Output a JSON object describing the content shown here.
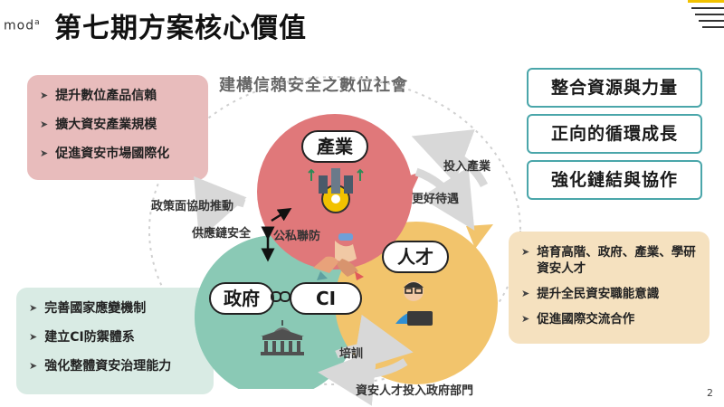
{
  "header": {
    "logo": "mod",
    "logo_sup": "a",
    "title": "第七期方案核心價值",
    "subtitle": "建構信賴安全之數位社會"
  },
  "left_top_list": [
    "提升數位產品信賴",
    "擴大資安產業規模",
    "促進資安市場國際化"
  ],
  "left_bottom_list": [
    "完善國家應變機制",
    "建立CI防禦體系",
    "強化整體資安治理能力"
  ],
  "right_values": [
    "整合資源與力量",
    "正向的循環成長",
    "強化鏈結與協作"
  ],
  "right_list": [
    "培育高階、政府、產業、學研資安人才",
    "提升全民資安職能意識",
    "促進國際交流合作"
  ],
  "circles": {
    "industry": "產業",
    "talent": "人才",
    "government": "政府",
    "ci": "CI"
  },
  "flows": {
    "invest_industry": "投入產業",
    "better_treatment": "更好待遇",
    "policy_support": "政策面協助推動",
    "supply_chain": "供應鏈安全",
    "public_private": "公私聯防",
    "training": "培訓",
    "talent_to_gov": "資安人才投入政府部門"
  },
  "page_number": "2",
  "colors": {
    "industry": "#e0787a",
    "talent": "#f2c46c",
    "government": "#8ac9b5",
    "accent": "#4aa6aa",
    "red_box": "#e8bcbc",
    "green_box": "#d9ebe4",
    "yellow_box": "#f5e1bf"
  },
  "icons": [
    "factory-gear-icon",
    "person-laptop-icon",
    "government-building-icon",
    "handshake-icon",
    "chain-link-icon"
  ]
}
